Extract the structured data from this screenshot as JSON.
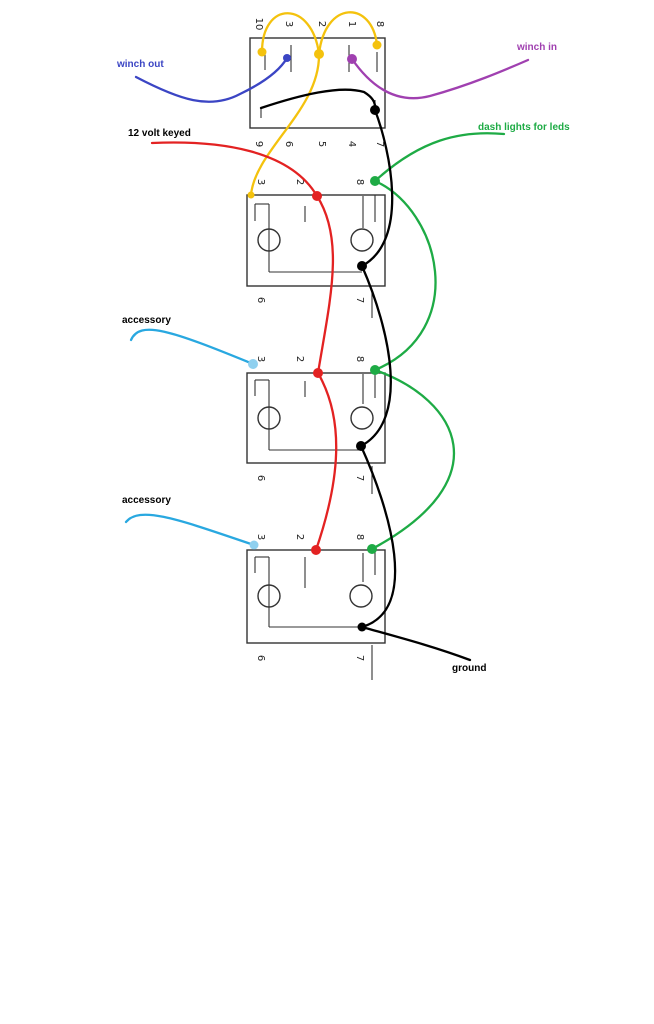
{
  "labels": {
    "winch_out": "winch out",
    "winch_in": "winch in",
    "twelve_volt_keyed": "12 volt keyed",
    "dash_lights": "dash lights for leds",
    "accessory_1": "accessory",
    "accessory_2": "accessory",
    "ground": "ground"
  },
  "winch_switch": {
    "top_pins": [
      "10",
      "3",
      "2",
      "1",
      "8"
    ],
    "bottom_pins": [
      "9",
      "6",
      "5",
      "4",
      "7"
    ]
  },
  "switches": [
    {
      "top_pins": [
        "3",
        "2",
        "8"
      ],
      "bottom_pins": [
        "6",
        "7"
      ]
    },
    {
      "top_pins": [
        "3",
        "2",
        "8"
      ],
      "bottom_pins": [
        "6",
        "7"
      ]
    },
    {
      "top_pins": [
        "3",
        "2",
        "8"
      ],
      "bottom_pins": [
        "6",
        "7"
      ]
    }
  ],
  "colors": {
    "yellow": "#f4c20d",
    "blue": "#3b45c4",
    "purple": "#a040b0",
    "red": "#e32222",
    "green": "#1eab45",
    "black": "#000000",
    "light_blue": "#29a8e0",
    "light_blue_dot": "#8fd0ef"
  }
}
